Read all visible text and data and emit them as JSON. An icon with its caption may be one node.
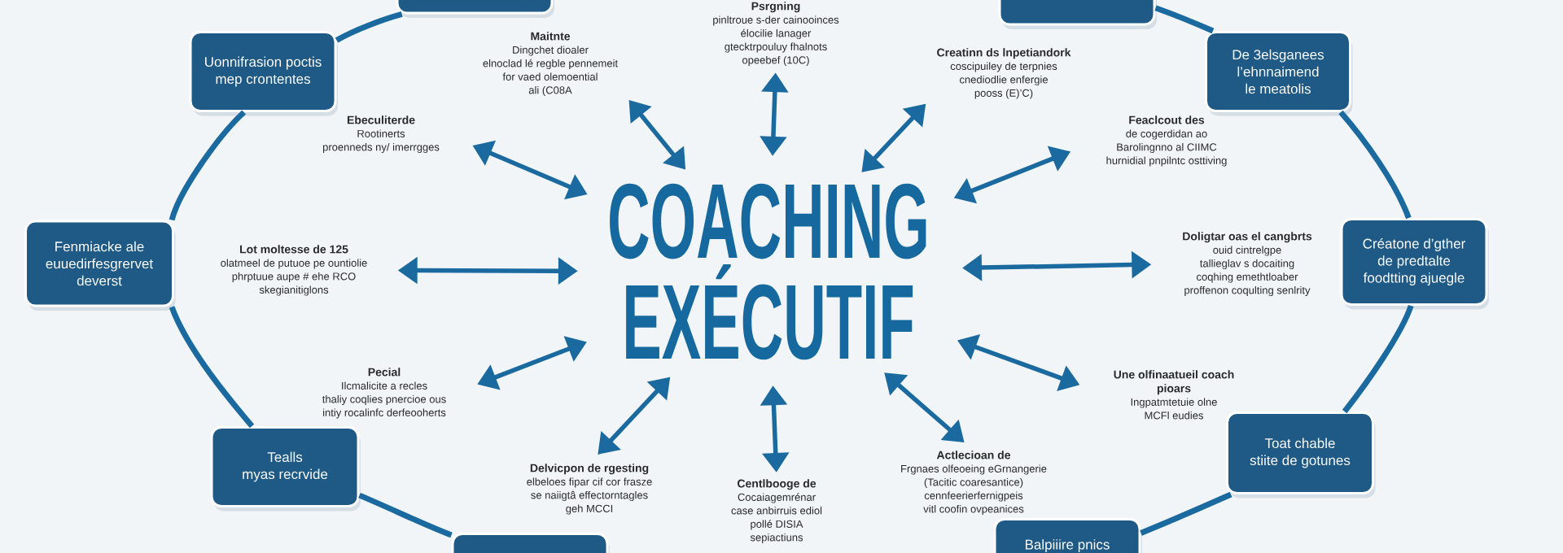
{
  "diagram": {
    "nodes": [
      {
        "text": [],
        "shape": "box"
      },
      {
        "text": [
          "Psrgning",
          "pinltroue s-der cainooinces élocilie lanager gtecktrpouluy fhalnots opeebef (10C)"
        ]
      },
      {
        "text": [],
        "shape": "box"
      },
      {
        "text": [
          "Uonnifrasion poctis mep crontentes"
        ]
      },
      {
        "text": [
          "Maitnte",
          "Dingchet dioaler elnoclad lé regble pennemeit for vaed olemoential ali (C08A"
        ]
      },
      {
        "text": [
          "Creatinn ds lnpetiandork",
          "coscipuiley de terpnies cnediodlie enfergie pooss (E)’C)"
        ]
      },
      {
        "text": [
          "De 3elsganees l’ehnnaimend le meatolis"
        ]
      },
      {
        "text": [
          "Ebeculiterde",
          "Rootinerts proenneds ny/ imerrgges"
        ]
      },
      {
        "text": [
          "Feaclcout des",
          "de cogerdidan ao Barolingnno al CIIMC hurnidial pnpilntc osttiving"
        ]
      },
      {
        "text": [
          "Fenmiacke ale euuedirfesgrervet deverst"
        ]
      },
      {
        "text": [
          "COACHING EXÉCUTIF"
        ]
      },
      {
        "text": [
          "Lot moltesse de 125",
          "olatmeel de putuoe pe ountiolie phrptuue aupe # ehe RCO skegianitiglons"
        ]
      },
      {
        "text": [
          "Doligtar oas el cangbrts",
          "ouid cintrelgpe tallieglav s docaiting coqhing emethtloaber proffenon coqulting senlrity"
        ]
      },
      {
        "text": [
          "Créatone d’gther de predtalte foodtting ajuegle"
        ]
      },
      {
        "text": [
          "Une olfinaatueil coach pioars",
          "Ingpatmtetuie olne MCFl eudies"
        ]
      },
      {
        "text": [
          "Pecial",
          "Ilcmalicite a recles thaliy coqlies pnercioe ous intiy rocalinfc derfeooherts"
        ]
      },
      {
        "text": [
          "Tealls myas recrvide"
        ]
      },
      {
        "text": [
          "Toat chable stiite de gotunes"
        ]
      },
      {
        "text": [
          "Delvicpon de rgesting",
          "elbeloes fipar cif cor frasze se naiigtâ effectorntagles geh MCCI"
        ]
      },
      {
        "text": [
          "Centlbooge de",
          "Cocaiagemrénar case anbirruis ediol pollé DISIA sepiactiuns"
        ]
      },
      {
        "text": [
          "Actlecioan de",
          "Frgnaes olfeoeing eGrnangerie (Tacitic coaresantice) cennfeerierfernigpeis vitl coofin ovpeanices"
        ]
      },
      {
        "text": [],
        "shape": "box"
      },
      {
        "text": [
          "Balpiiire pnics"
        ]
      }
    ],
    "edges": [
      {
        "from": 1,
        "to": 10,
        "arrow": "both"
      },
      {
        "from": 4,
        "to": 10,
        "arrow": "both"
      },
      {
        "from": 5,
        "to": 10,
        "arrow": "both"
      },
      {
        "from": 7,
        "to": 10,
        "arrow": "both"
      },
      {
        "from": 8,
        "to": 10,
        "arrow": "both"
      },
      {
        "from": 11,
        "to": 10,
        "arrow": "both"
      },
      {
        "from": 12,
        "to": 10,
        "arrow": "both"
      },
      {
        "from": 15,
        "to": 10,
        "arrow": "both"
      },
      {
        "from": 14,
        "to": 10,
        "arrow": "both"
      },
      {
        "from": 18,
        "to": 10,
        "arrow": "both"
      },
      {
        "from": 19,
        "to": 10,
        "arrow": "both"
      },
      {
        "from": 20,
        "to": 10,
        "arrow": "both"
      },
      {
        "from": 0,
        "to": 3,
        "arrow": "none"
      },
      {
        "from": 3,
        "to": 9,
        "arrow": "none"
      },
      {
        "from": 9,
        "to": 16,
        "arrow": "none"
      },
      {
        "from": 16,
        "to": 21,
        "arrow": "none"
      },
      {
        "from": 22,
        "to": 17,
        "arrow": "none"
      },
      {
        "from": 17,
        "to": 13,
        "arrow": "none"
      },
      {
        "from": 13,
        "to": 6,
        "arrow": "none"
      },
      {
        "from": 6,
        "to": 2,
        "arrow": "none"
      }
    ]
  }
}
